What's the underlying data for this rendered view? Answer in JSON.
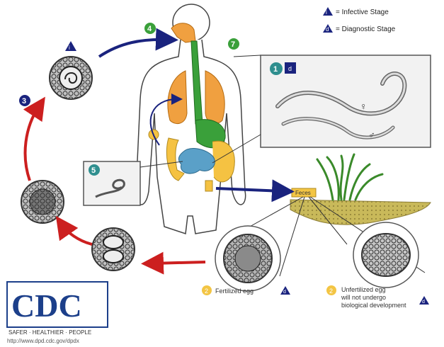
{
  "legend": {
    "infective_symbol": "i",
    "infective_label": "= Infective Stage",
    "diagnostic_symbol": "d",
    "diagnostic_label": "= Diagnostic Stage"
  },
  "stages": {
    "s1": "1",
    "s3": "3",
    "s4": "4",
    "s5": "5",
    "s7": "7",
    "s2a": "2",
    "s2b": "2"
  },
  "captions": {
    "fertilized": "Fertilized egg",
    "unfertilized_1": "Unfertilized egg",
    "unfertilized_2": "will not undergo",
    "unfertilized_3": "biological development",
    "feces": "Feces"
  },
  "worm_symbols": {
    "female": "♀",
    "male": "♂"
  },
  "logo": {
    "text": "CDC",
    "tagline": "SAFER · HEALTHIER · PEOPLE",
    "url": "http://www.dpd.cdc.gov/dpdx"
  },
  "colors": {
    "cycle_arrow": "#cc1f1f",
    "transmission_arrow": "#1a237e",
    "lung": "#f0a040",
    "intestine": "#f5c242",
    "small_intestine": "#5aa0c8",
    "esophagus": "#3aa03a",
    "soil": "#c9b95a",
    "badge_teal": "#2f8f8f",
    "badge_navy": "#1a237e",
    "badge_yellow": "#f3c544"
  }
}
